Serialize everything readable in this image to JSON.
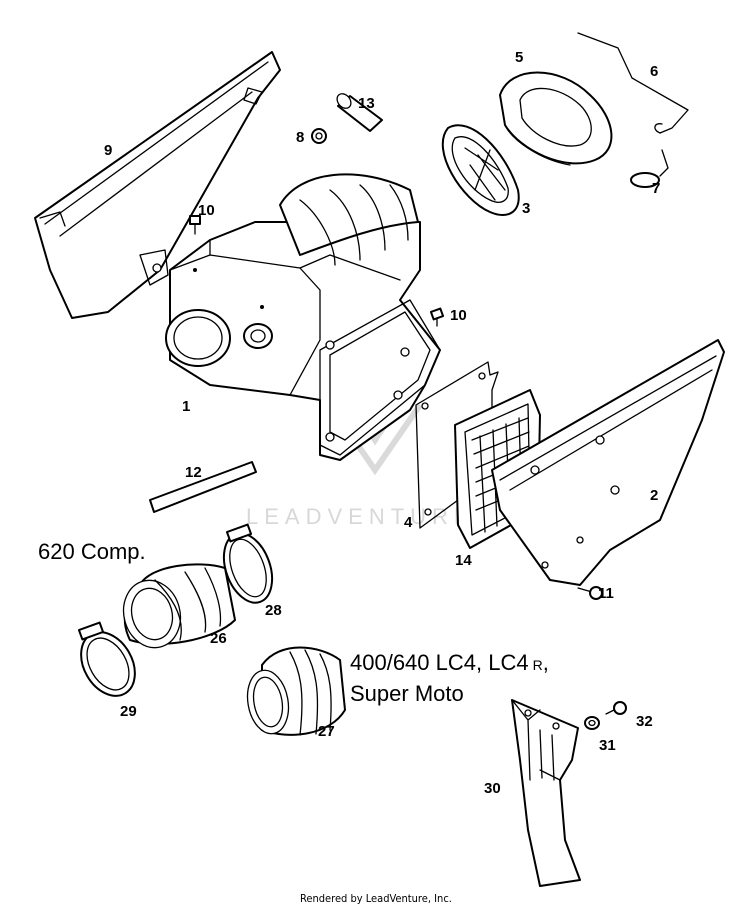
{
  "labels": {
    "p1": "1",
    "p2": "2",
    "p3": "3",
    "p4": "4",
    "p5": "5",
    "p6": "6",
    "p7": "7",
    "p8": "8",
    "p9": "9",
    "p10a": "10",
    "p10b": "10",
    "p11": "11",
    "p12": "12",
    "p13": "13",
    "p14": "14",
    "p26": "26",
    "p27": "27",
    "p28": "28",
    "p29": "29",
    "p30": "30",
    "p31": "31",
    "p32": "32"
  },
  "annotations": {
    "comp": "620 Comp.",
    "lc4_line1": "400/640 LC4, LC4",
    "lc4_r": "R",
    "lc4_comma": ",",
    "supermoto": "Super Moto"
  },
  "watermark": "LEADVENTURE",
  "footer": "Rendered by LeadVenture, Inc."
}
